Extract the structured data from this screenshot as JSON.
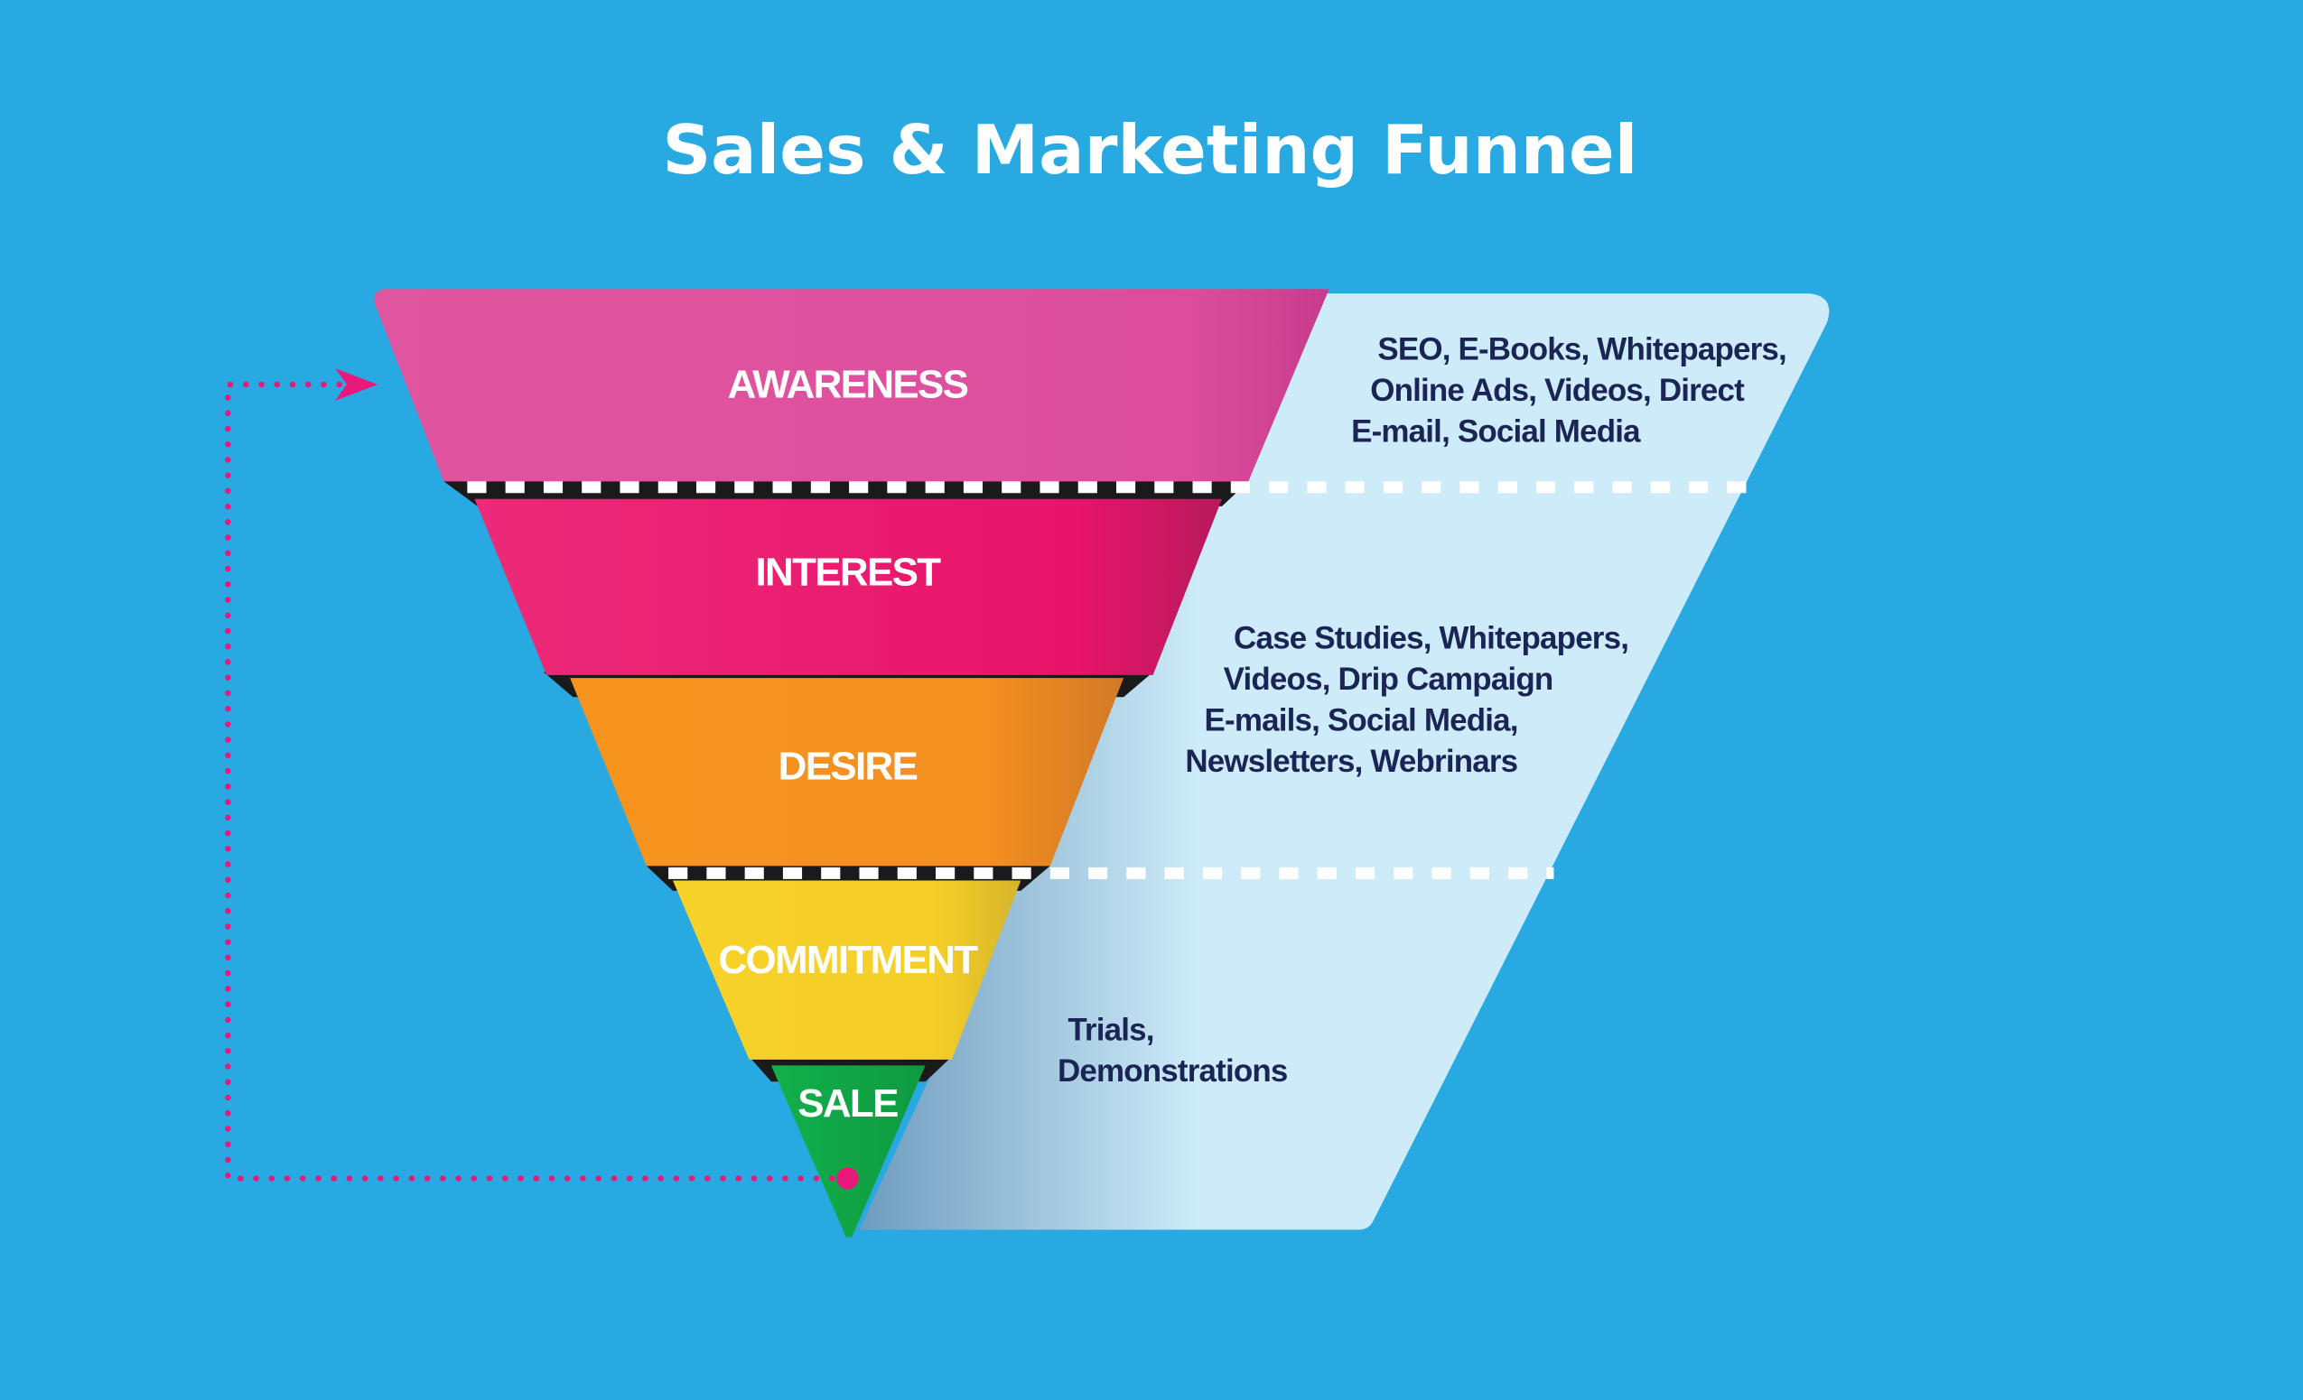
{
  "title": "Sales & Marketing Funnel",
  "colors": {
    "background": "#29a9e1",
    "awareness": "#e0559f",
    "interest": "#ec2576",
    "desire": "#f7941e",
    "commitment": "#f7d22a",
    "sale": "#12b04b",
    "panel": "#cdebf8",
    "loop": "#e8197a",
    "text": "#1b2555"
  },
  "stages": [
    {
      "label": "AWARENESS",
      "description": [
        "SEO, E-Books, Whitepapers,",
        "Online Ads, Videos, Direct",
        "E-mail, Social Media"
      ]
    },
    {
      "label": "INTEREST",
      "description": [
        "Case Studies, Whitepapers,",
        "Videos, Drip Campaign",
        "E-mails, Social Media,",
        "Newsletters, Webrinars"
      ]
    },
    {
      "label": "DESIRE"
    },
    {
      "label": "COMMITMENT",
      "description": [
        "Trials,",
        "Demonstrations"
      ]
    },
    {
      "label": "SALE"
    }
  ]
}
